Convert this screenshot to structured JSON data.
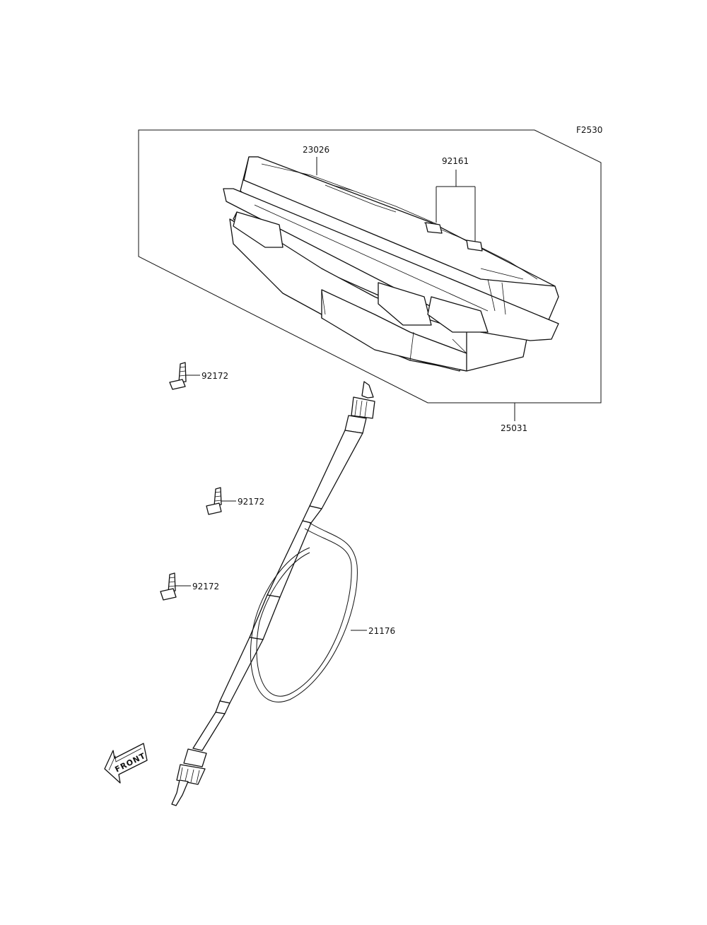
{
  "diagram": {
    "figure_code": "F2530",
    "part_numbers": {
      "meter_case": "23026",
      "bulb": "92161",
      "meter_assy": "25031",
      "screw_1": "92172",
      "screw_2": "92172",
      "screw_3": "92172",
      "cable": "21176"
    },
    "front_arrow_label": "FRONT"
  }
}
